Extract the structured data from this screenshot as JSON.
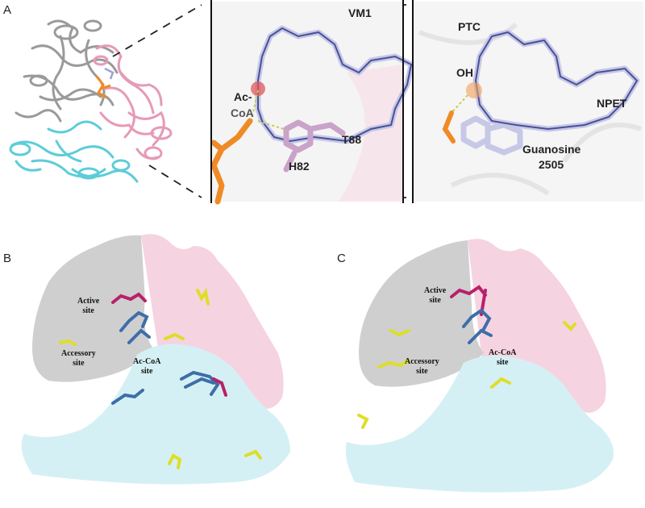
{
  "panels": {
    "a": {
      "letter": "A",
      "inset1": {
        "residue1": "VM1",
        "residue2_line1": "Ac-",
        "residue2_line2": "CoA",
        "residue3": "T88",
        "residue4": "H82"
      },
      "inset2": {
        "label_ptc": "PTC",
        "label_oh": "OH",
        "label_npet": "NPET",
        "label_g1": "Guanosine",
        "label_g2": "2505"
      }
    },
    "b": {
      "letter": "B",
      "active_site": [
        "Active",
        "site"
      ],
      "accessory_site": [
        "Accessory",
        "site"
      ],
      "acoa_site": [
        "Ac-CoA",
        "site"
      ]
    },
    "c": {
      "letter": "C",
      "active_site": [
        "Active",
        "site"
      ],
      "accessory_site": [
        "Accessory",
        "site"
      ],
      "acoa_site": [
        "Ac-CoA",
        "site"
      ]
    }
  },
  "colors": {
    "grey_subunit": "#c8c8c8",
    "pink_subunit": "#f6d3e0",
    "cyan_subunit": "#d5f0f4",
    "cartoon_grey": "#9a9a9a",
    "cartoon_pink": "#e69ab8",
    "cartoon_cyan": "#5ccdd8",
    "ligand_orange": "#f08a24",
    "ligand_lavender": "#c6c8e6",
    "ligand_magenta": "#b8206a",
    "ligand_blue": "#3d6ea8",
    "ligand_yellow": "#dede2a"
  }
}
